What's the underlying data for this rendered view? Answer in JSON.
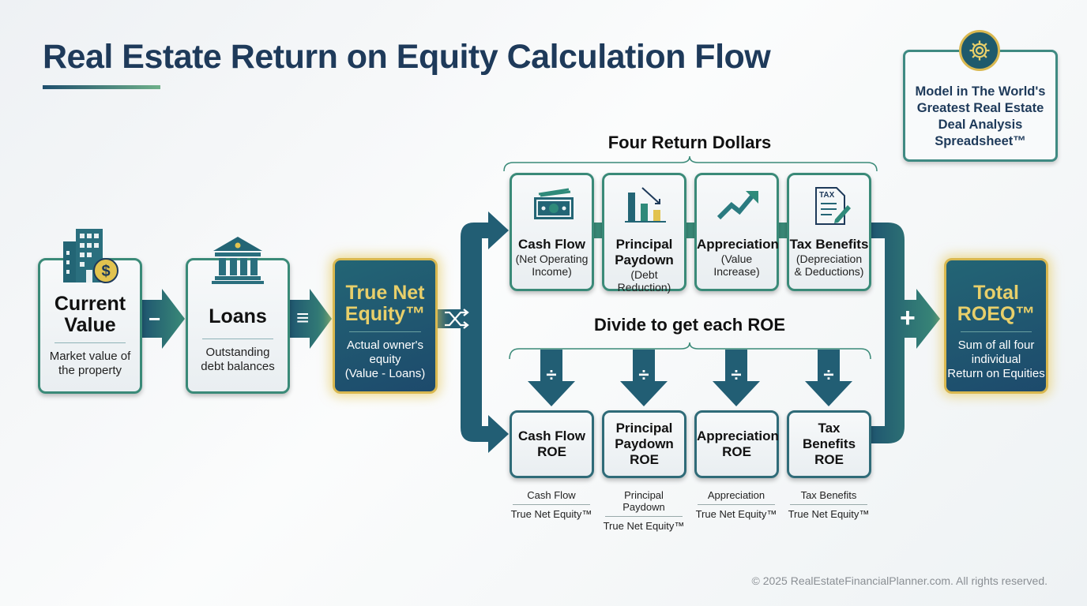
{
  "title": "Real Estate Return on Equity Calculation Flow",
  "model_box": {
    "lines": [
      "Model in The World's",
      "Greatest Real Estate",
      "Deal Analysis",
      "Spreadsheet™"
    ]
  },
  "current_value": {
    "title_lines": [
      "Current",
      "Value"
    ],
    "desc_lines": [
      "Market value of",
      "the property"
    ]
  },
  "operator_minus": "−",
  "loans": {
    "title": "Loans",
    "desc_lines": [
      "Outstanding",
      "debt balances"
    ]
  },
  "operator_equals": "≡",
  "true_net_equity": {
    "title_lines": [
      "True Net",
      "Equity™"
    ],
    "desc_lines": [
      "Actual owner's",
      "equity",
      "(Value - Loans)"
    ]
  },
  "four_return_heading": "Four Return Dollars",
  "returns": [
    {
      "title_lines": [
        "Cash Flow"
      ],
      "desc_lines": [
        "(Net Operating",
        "Income)"
      ],
      "icon": "cash-icon"
    },
    {
      "title_lines": [
        "Principal",
        "Paydown"
      ],
      "desc_lines": [
        "(Debt Reduction)"
      ],
      "icon": "bar-chart-down-icon"
    },
    {
      "title_lines": [
        "Appreciation"
      ],
      "desc_lines": [
        "(Value",
        "Increase)"
      ],
      "icon": "trend-up-icon"
    },
    {
      "title_lines": [
        "Tax Benefits"
      ],
      "desc_lines": [
        "(Depreciation",
        "& Deductions)"
      ],
      "icon": "tax-document-icon"
    }
  ],
  "divide_heading": "Divide to get each ROE",
  "divide_symbol": "÷",
  "roes": [
    {
      "title_lines": [
        "Cash Flow",
        "ROE"
      ],
      "numerator": "Cash Flow",
      "denominator": "True Net Equity™"
    },
    {
      "title_lines": [
        "Principal",
        "Paydown",
        "ROE"
      ],
      "numerator": "Principal Paydown",
      "denominator": "True Net Equity™"
    },
    {
      "title_lines": [
        "Appreciation",
        "ROE"
      ],
      "numerator": "Appreciation",
      "denominator": "True Net Equity™"
    },
    {
      "title_lines": [
        "Tax",
        "Benefits",
        "ROE"
      ],
      "numerator": "Tax Benefits",
      "denominator": "True Net Equity™"
    }
  ],
  "operator_plus": "+",
  "total": {
    "title_lines": [
      "Total",
      "ROEQ™"
    ],
    "desc_lines": [
      "Sum of all four",
      "individual",
      "Return on Equities"
    ]
  },
  "copyright": "© 2025 RealEstateFinancialPlanner.com. All rights reserved.",
  "colors": {
    "navy": "#1e3a5a",
    "teal": "#2f6b78",
    "gold": "#d9b850"
  }
}
